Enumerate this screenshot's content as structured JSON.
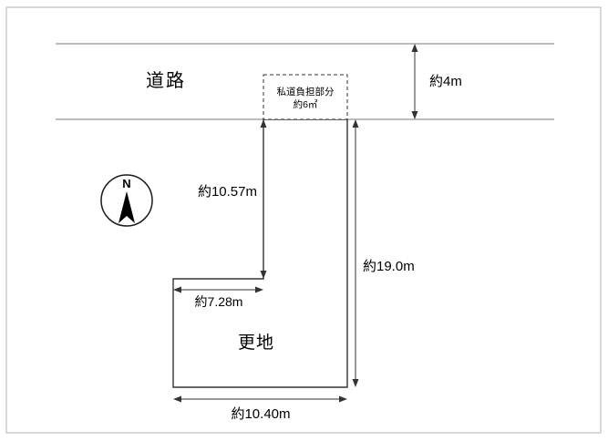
{
  "diagram": {
    "road": {
      "label": "道路"
    },
    "private_road_area": {
      "label_line1": "私道負担部分",
      "label_line2": "約6㎡"
    },
    "compass": {
      "label": "N"
    },
    "dimensions": {
      "road_width": "約4m",
      "upper_left_edge": "約10.57m",
      "step_width": "約7.28m",
      "right_edge": "約19.0m",
      "bottom_width": "約10.40m"
    },
    "land": {
      "label": "更地"
    }
  },
  "colors": {
    "background": "#ffffff",
    "border": "#b3b3b3",
    "road_line": "#7a7a7a",
    "outline": "#333333",
    "text": "#000000"
  }
}
